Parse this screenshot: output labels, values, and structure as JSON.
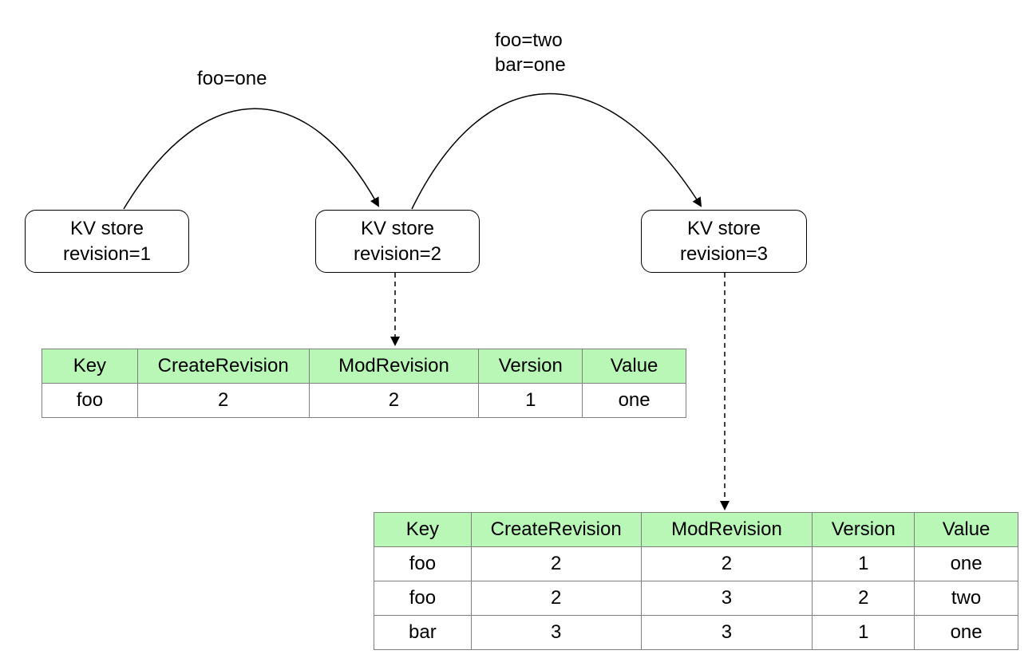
{
  "nodes": [
    {
      "line1": "KV store",
      "line2": "revision=1"
    },
    {
      "line1": "KV store",
      "line2": "revision=2"
    },
    {
      "line1": "KV store",
      "line2": "revision=3"
    }
  ],
  "edges": [
    {
      "labels": [
        "foo=one"
      ]
    },
    {
      "labels": [
        "foo=two",
        "bar=one"
      ]
    }
  ],
  "tables": [
    {
      "headers": [
        "Key",
        "CreateRevision",
        "ModRevision",
        "Version",
        "Value"
      ],
      "rows": [
        [
          "foo",
          "2",
          "2",
          "1",
          "one"
        ]
      ]
    },
    {
      "headers": [
        "Key",
        "CreateRevision",
        "ModRevision",
        "Version",
        "Value"
      ],
      "rows": [
        [
          "foo",
          "2",
          "2",
          "1",
          "one"
        ],
        [
          "foo",
          "2",
          "3",
          "2",
          "two"
        ],
        [
          "bar",
          "3",
          "3",
          "1",
          "one"
        ]
      ]
    }
  ]
}
